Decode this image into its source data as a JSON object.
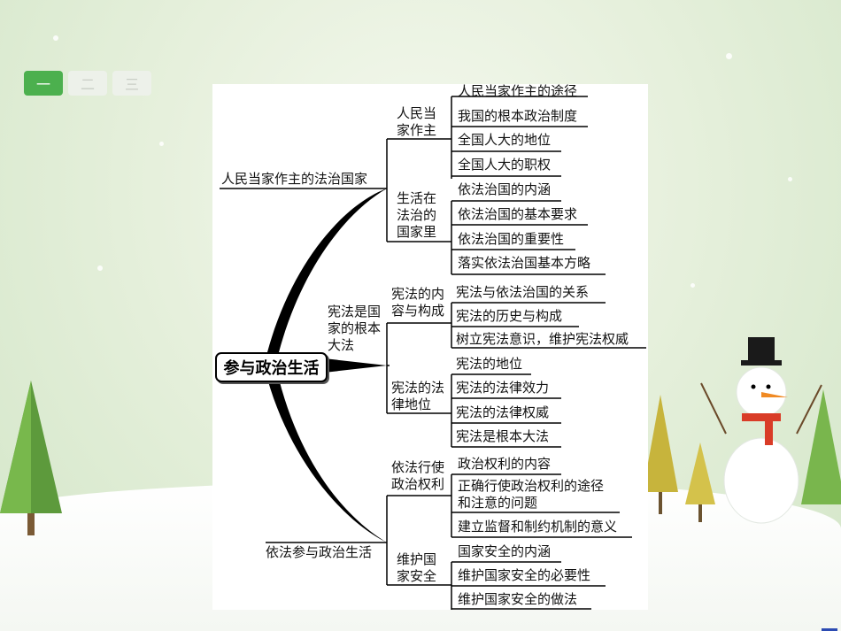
{
  "tabs": [
    {
      "label": "一",
      "active": true
    },
    {
      "label": "二",
      "active": false
    },
    {
      "label": "三",
      "active": false
    }
  ],
  "mindmap": {
    "center": "参与政治生活",
    "branches": [
      {
        "label": "人民当家作主的法治国家",
        "subs": [
          {
            "label": "人民当\n家作主",
            "leaves": [
              "人民当家作主的途径",
              "我国的根本政治制度",
              "全国人大的地位",
              "全国人大的职权"
            ]
          },
          {
            "label": "生活在\n法治的\n国家里",
            "leaves": [
              "依法治国的内涵",
              "依法治国的基本要求",
              "依法治国的重要性",
              "落实依法治国基本方略"
            ]
          }
        ]
      },
      {
        "label": "宪法是国\n家的根本\n大法",
        "subs": [
          {
            "label": "宪法的内\n容与构成",
            "leaves": [
              "宪法与依法治国的关系",
              "宪法的历史与构成",
              "树立宪法意识，维护宪法权威"
            ]
          },
          {
            "label": "宪法的法\n律地位",
            "leaves": [
              "宪法的地位",
              "宪法的法律效力",
              "宪法的法律权威",
              "宪法是根本大法"
            ]
          }
        ]
      },
      {
        "label": "依法参与政治生活",
        "subs": [
          {
            "label": "依法行使\n政治权利",
            "leaves": [
              "政治权利的内容",
              "正确行使政治权利的途径\n和注意的问题",
              "建立监督和制约机制的意义"
            ]
          },
          {
            "label": "维护国\n家安全",
            "leaves": [
              "国家安全的内涵",
              "维护国家安全的必要性",
              "维护国家安全的做法"
            ]
          }
        ]
      }
    ]
  },
  "colors": {
    "tab_active": "#4cb04e",
    "line": "#000000"
  }
}
